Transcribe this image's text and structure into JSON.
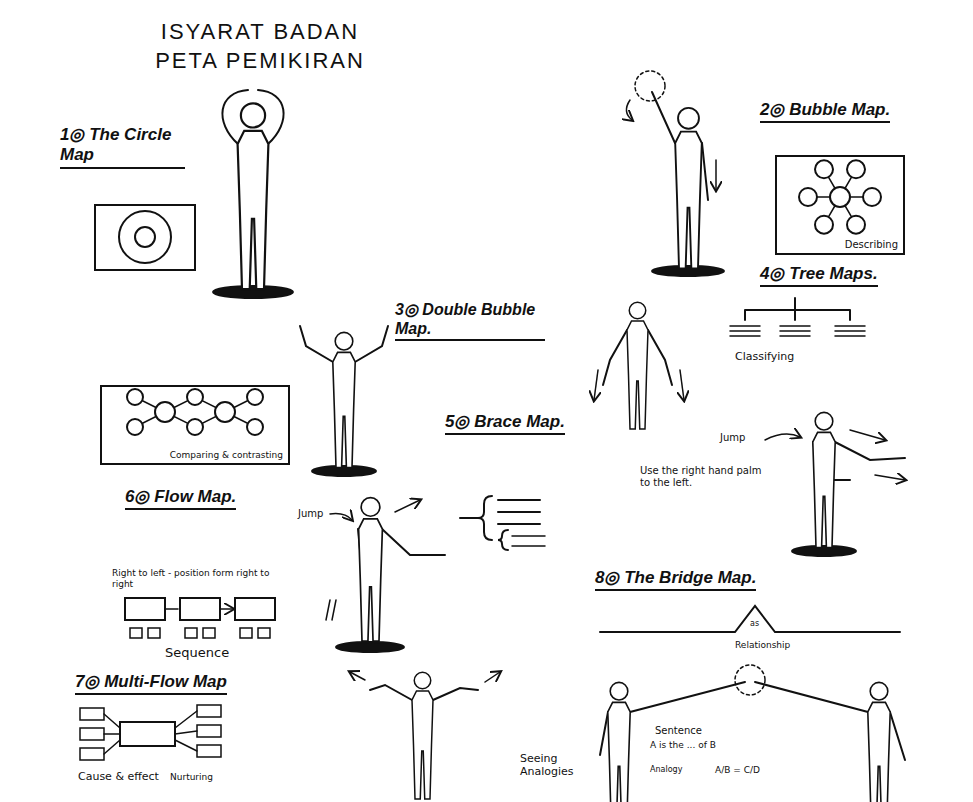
{
  "diagram": {
    "title": "ISYARAT BADAN PETA PEMIKIRAN",
    "nodes": [
      {
        "text": [
          "Describing"
        ]
      },
      {
        "text": [
          "Comparing & contrasting"
        ]
      }
    ],
    "labels": [
      "1◎ The Circle Map",
      "2◎ Bubble Map.",
      "3◎ Double Bubble Map.",
      "4◎ Tree Maps.",
      "Classifying",
      "5◎ Brace Map.",
      "Jump",
      "Use the right hand palm to the left.",
      "6◎ Flow Map.",
      "Jump",
      "Right to left - position form right to right",
      "Sequence",
      "8◎ The Bridge Map.",
      "as",
      "Relationship",
      "7◎ Multi-Flow Map",
      "Cause & effect",
      "Nurturing",
      "Seeing Analogies",
      "Sentence",
      "A is the ... of B",
      "Analogy",
      "A/B = C/D"
    ]
  }
}
